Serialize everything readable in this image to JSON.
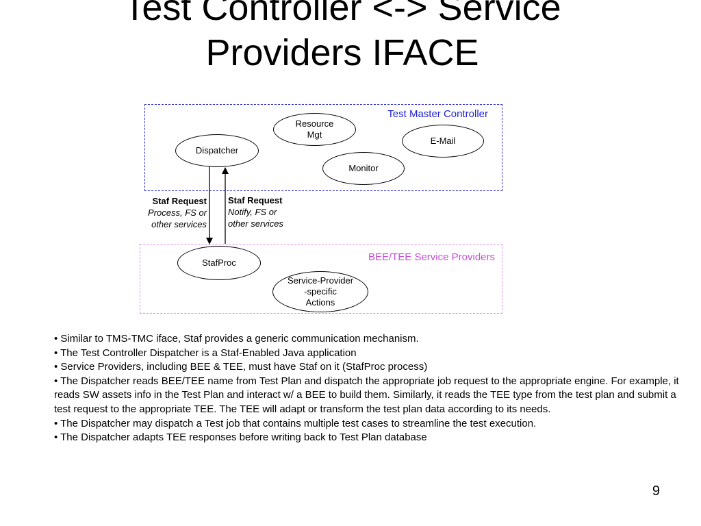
{
  "slide": {
    "title_lines": [
      "Test Controller <-> Service",
      "Providers IFACE"
    ],
    "page_number": "9"
  },
  "colors": {
    "test_master_border": "#2b2bd0",
    "test_master_label": "#1f1fd1",
    "service_providers_border": "#d98ee6",
    "service_providers_label": "#c64ed8"
  },
  "diagram": {
    "groups": {
      "test_master_controller": {
        "label": "Test Master Controller"
      },
      "service_providers": {
        "label": "BEE/TEE Service Providers"
      }
    },
    "nodes": {
      "resource_mgt": {
        "lines": [
          "Resource",
          "Mgt"
        ]
      },
      "dispatcher": {
        "lines": [
          "Dispatcher"
        ]
      },
      "email": {
        "lines": [
          "E-Mail"
        ]
      },
      "monitor": {
        "lines": [
          "Monitor"
        ]
      },
      "stafproc": {
        "lines": [
          "StafProc"
        ]
      },
      "service_provider_actions": {
        "lines": [
          "Service-Provider",
          "-specific",
          "Actions"
        ]
      }
    },
    "edges": {
      "request_down": {
        "from": "Dispatcher",
        "to": "StafProc",
        "label_title": "Staf Request",
        "label_lines": [
          "Process, FS or",
          "other services"
        ]
      },
      "request_up": {
        "from": "StafProc",
        "to": "Dispatcher",
        "label_title": "Staf Request",
        "label_lines": [
          "Notify, FS or",
          "other services"
        ]
      }
    }
  },
  "notes": [
    "• Similar to TMS-TMC iface, Staf provides a generic communication mechanism.",
    "• The Test Controller Dispatcher is a Staf-Enabled Java application",
    "• Service Providers, including BEE & TEE, must have Staf on it (StafProc process)",
    "• The Dispatcher reads BEE/TEE name from Test Plan and dispatch the appropriate job request to the appropriate engine. For example, it reads SW assets info in the Test Plan and interact w/ a BEE to build them. Similarly, it reads the TEE type from the test plan and submit a test request to the appropriate TEE. The TEE will adapt or transform the test plan data according to its needs.",
    "• The Dispatcher may dispatch a Test job that contains multiple test cases to streamline the test execution.",
    "• The Dispatcher adapts TEE responses before writing back to Test Plan database"
  ]
}
